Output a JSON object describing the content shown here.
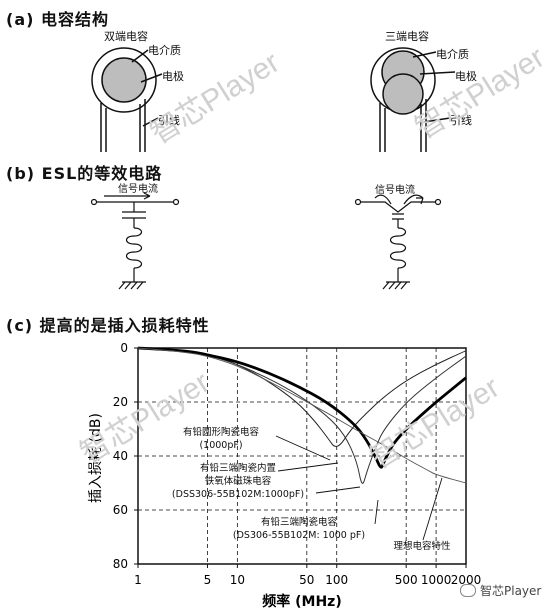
{
  "sections": {
    "a": {
      "title": "(a) 电容结构"
    },
    "b": {
      "title": "(b) ESL的等效电路"
    },
    "c": {
      "title": "(c) 提高的是插入损耗特性"
    }
  },
  "two_terminal": {
    "title": "双端电容",
    "dielectric": "电介质",
    "electrode": "电极",
    "lead": "引线"
  },
  "three_terminal": {
    "title": "三端电容",
    "dielectric": "电介质",
    "electrode": "电极",
    "lead": "引线"
  },
  "esl": {
    "signal_left": "信号电流",
    "signal_right": "信号电流"
  },
  "watermark": "智芯Player",
  "footer": {
    "brand": "智芯Player"
  },
  "chart_data": {
    "type": "line",
    "xlabel": "频率 (MHz)",
    "ylabel": "插入损耗 (dB)",
    "x_scale": "log",
    "xlim": [
      1,
      2000
    ],
    "ylim": [
      0,
      80
    ],
    "y_inverted": true,
    "x_ticks": [
      "1",
      "5",
      "10",
      "50",
      "100",
      "500",
      "1000",
      "2000"
    ],
    "y_ticks": [
      "0",
      "20",
      "40",
      "60",
      "80"
    ],
    "grid": true,
    "series": [
      {
        "x": [
          1,
          3,
          5,
          10,
          20,
          40,
          60,
          80,
          100,
          140,
          200,
          300,
          500,
          1000,
          2000
        ],
        "y": [
          0,
          0.8,
          2,
          6,
          12,
          20,
          27,
          33,
          38,
          30,
          24,
          18,
          12,
          6,
          1
        ]
      },
      {
        "x": [
          1,
          3,
          5,
          10,
          20,
          40,
          80,
          120,
          160,
          180,
          200,
          250,
          300,
          500,
          1000,
          2000
        ],
        "y": [
          0,
          1.2,
          2.5,
          6,
          11,
          17,
          25,
          32,
          42,
          52,
          46,
          36,
          30,
          20,
          11,
          3
        ]
      },
      {
        "x": [
          1,
          3,
          5,
          10,
          20,
          40,
          80,
          150,
          200,
          250,
          280,
          300,
          350,
          400,
          500,
          700,
          1000,
          2000
        ],
        "y": [
          0,
          1,
          2.5,
          5,
          9,
          14,
          20,
          28,
          34,
          41,
          45,
          42,
          37,
          34,
          30,
          25,
          20,
          11
        ]
      },
      {
        "x": [
          1,
          3,
          5,
          10,
          20,
          40,
          80,
          150,
          300,
          500,
          800,
          1000,
          2000
        ],
        "y": [
          0,
          1.5,
          3,
          6.5,
          12,
          18,
          24,
          30,
          36,
          41,
          45,
          47,
          50
        ]
      }
    ],
    "annotations": [
      {
        "text": "有铅圆形陶瓷电容",
        "sub": "(1000pF)"
      },
      {
        "text": "有铅三端陶瓷内置",
        "text2": "铁氧体磁珠电容",
        "sub": "(DSS306-55B102M:1000pF)"
      },
      {
        "text": "有铅三端陶瓷电容",
        "sub": "(DS306-55B102M: 1000 pF)"
      },
      {
        "text": "理想电容特性"
      }
    ]
  }
}
